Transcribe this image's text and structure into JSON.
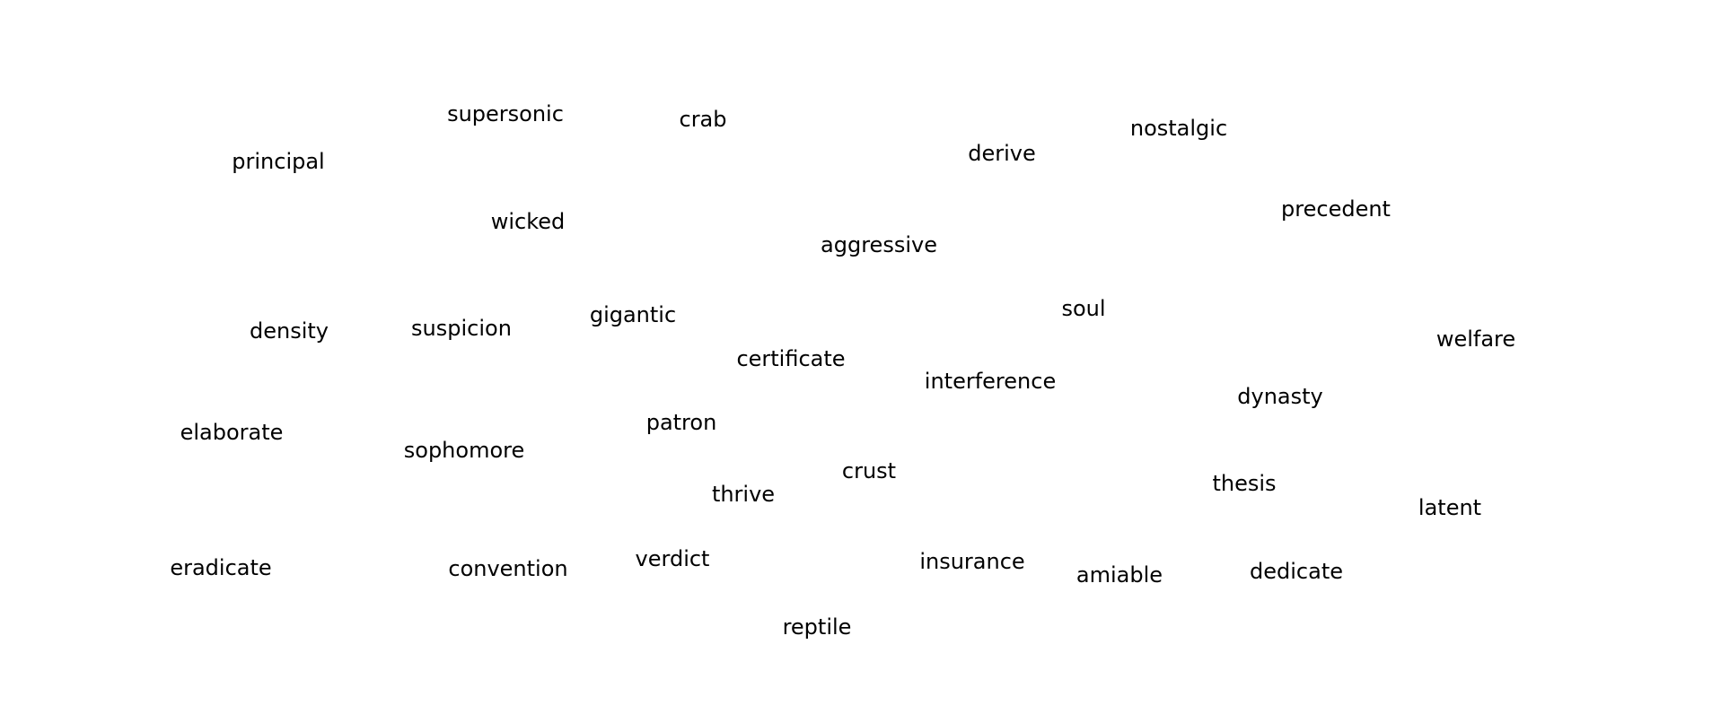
{
  "words": [
    {
      "id": "supersonic",
      "text": "supersonic"
    },
    {
      "id": "crab",
      "text": "crab"
    },
    {
      "id": "nostalgic",
      "text": "nostalgic"
    },
    {
      "id": "principal",
      "text": "principal"
    },
    {
      "id": "derive",
      "text": "derive"
    },
    {
      "id": "precedent",
      "text": "precedent"
    },
    {
      "id": "wicked",
      "text": "wicked"
    },
    {
      "id": "aggressive",
      "text": "aggressive"
    },
    {
      "id": "soul",
      "text": "soul"
    },
    {
      "id": "gigantic",
      "text": "gigantic"
    },
    {
      "id": "density",
      "text": "density"
    },
    {
      "id": "suspicion",
      "text": "suspicion"
    },
    {
      "id": "welfare",
      "text": "welfare"
    },
    {
      "id": "certificate",
      "text": "certificate"
    },
    {
      "id": "interference",
      "text": "interference"
    },
    {
      "id": "dynasty",
      "text": "dynasty"
    },
    {
      "id": "patron",
      "text": "patron"
    },
    {
      "id": "elaborate",
      "text": "elaborate"
    },
    {
      "id": "sophomore",
      "text": "sophomore"
    },
    {
      "id": "crust",
      "text": "crust"
    },
    {
      "id": "thesis",
      "text": "thesis"
    },
    {
      "id": "thrive",
      "text": "thrive"
    },
    {
      "id": "latent",
      "text": "latent"
    },
    {
      "id": "verdict",
      "text": "verdict"
    },
    {
      "id": "insurance",
      "text": "insurance"
    },
    {
      "id": "eradicate",
      "text": "eradicate"
    },
    {
      "id": "convention",
      "text": "convention"
    },
    {
      "id": "amiable",
      "text": "amiable"
    },
    {
      "id": "dedicate",
      "text": "dedicate"
    },
    {
      "id": "reptile",
      "text": "reptile"
    }
  ]
}
